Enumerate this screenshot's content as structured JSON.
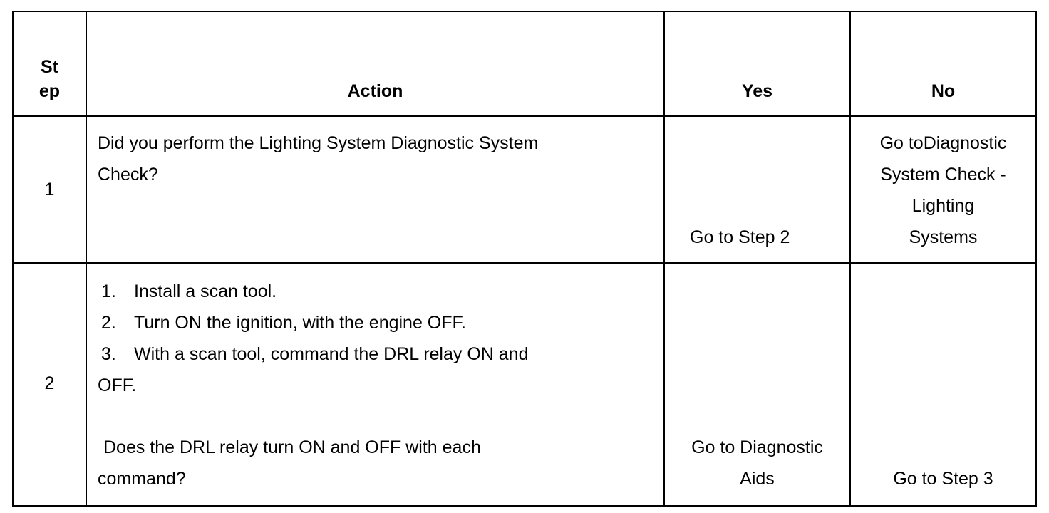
{
  "table": {
    "headers": {
      "step_line1": "St",
      "step_line2": "ep",
      "action": "Action",
      "yes": "Yes",
      "no": "No"
    },
    "rows": [
      {
        "step": "1",
        "action_lines": [
          "Did you perform the Lighting System Diagnostic System",
          "Check?"
        ],
        "yes": "Go to Step 2",
        "no_lines": [
          "Go toDiagnostic",
          "System Check -",
          "Lighting",
          "Systems"
        ]
      },
      {
        "step": "2",
        "action_list": [
          {
            "num": "1.",
            "text": "Install a scan tool."
          },
          {
            "num": "2.",
            "text": "Turn ON the ignition, with the engine OFF."
          },
          {
            "num": "3.",
            "text": "With a scan tool, command the DRL relay ON and"
          }
        ],
        "action_continuation": "OFF.",
        "question_lines": [
          "Does the DRL relay turn ON and OFF with each",
          "command?"
        ],
        "yes_lines": [
          "Go to Diagnostic",
          "Aids"
        ],
        "no": "Go to Step 3"
      }
    ]
  }
}
